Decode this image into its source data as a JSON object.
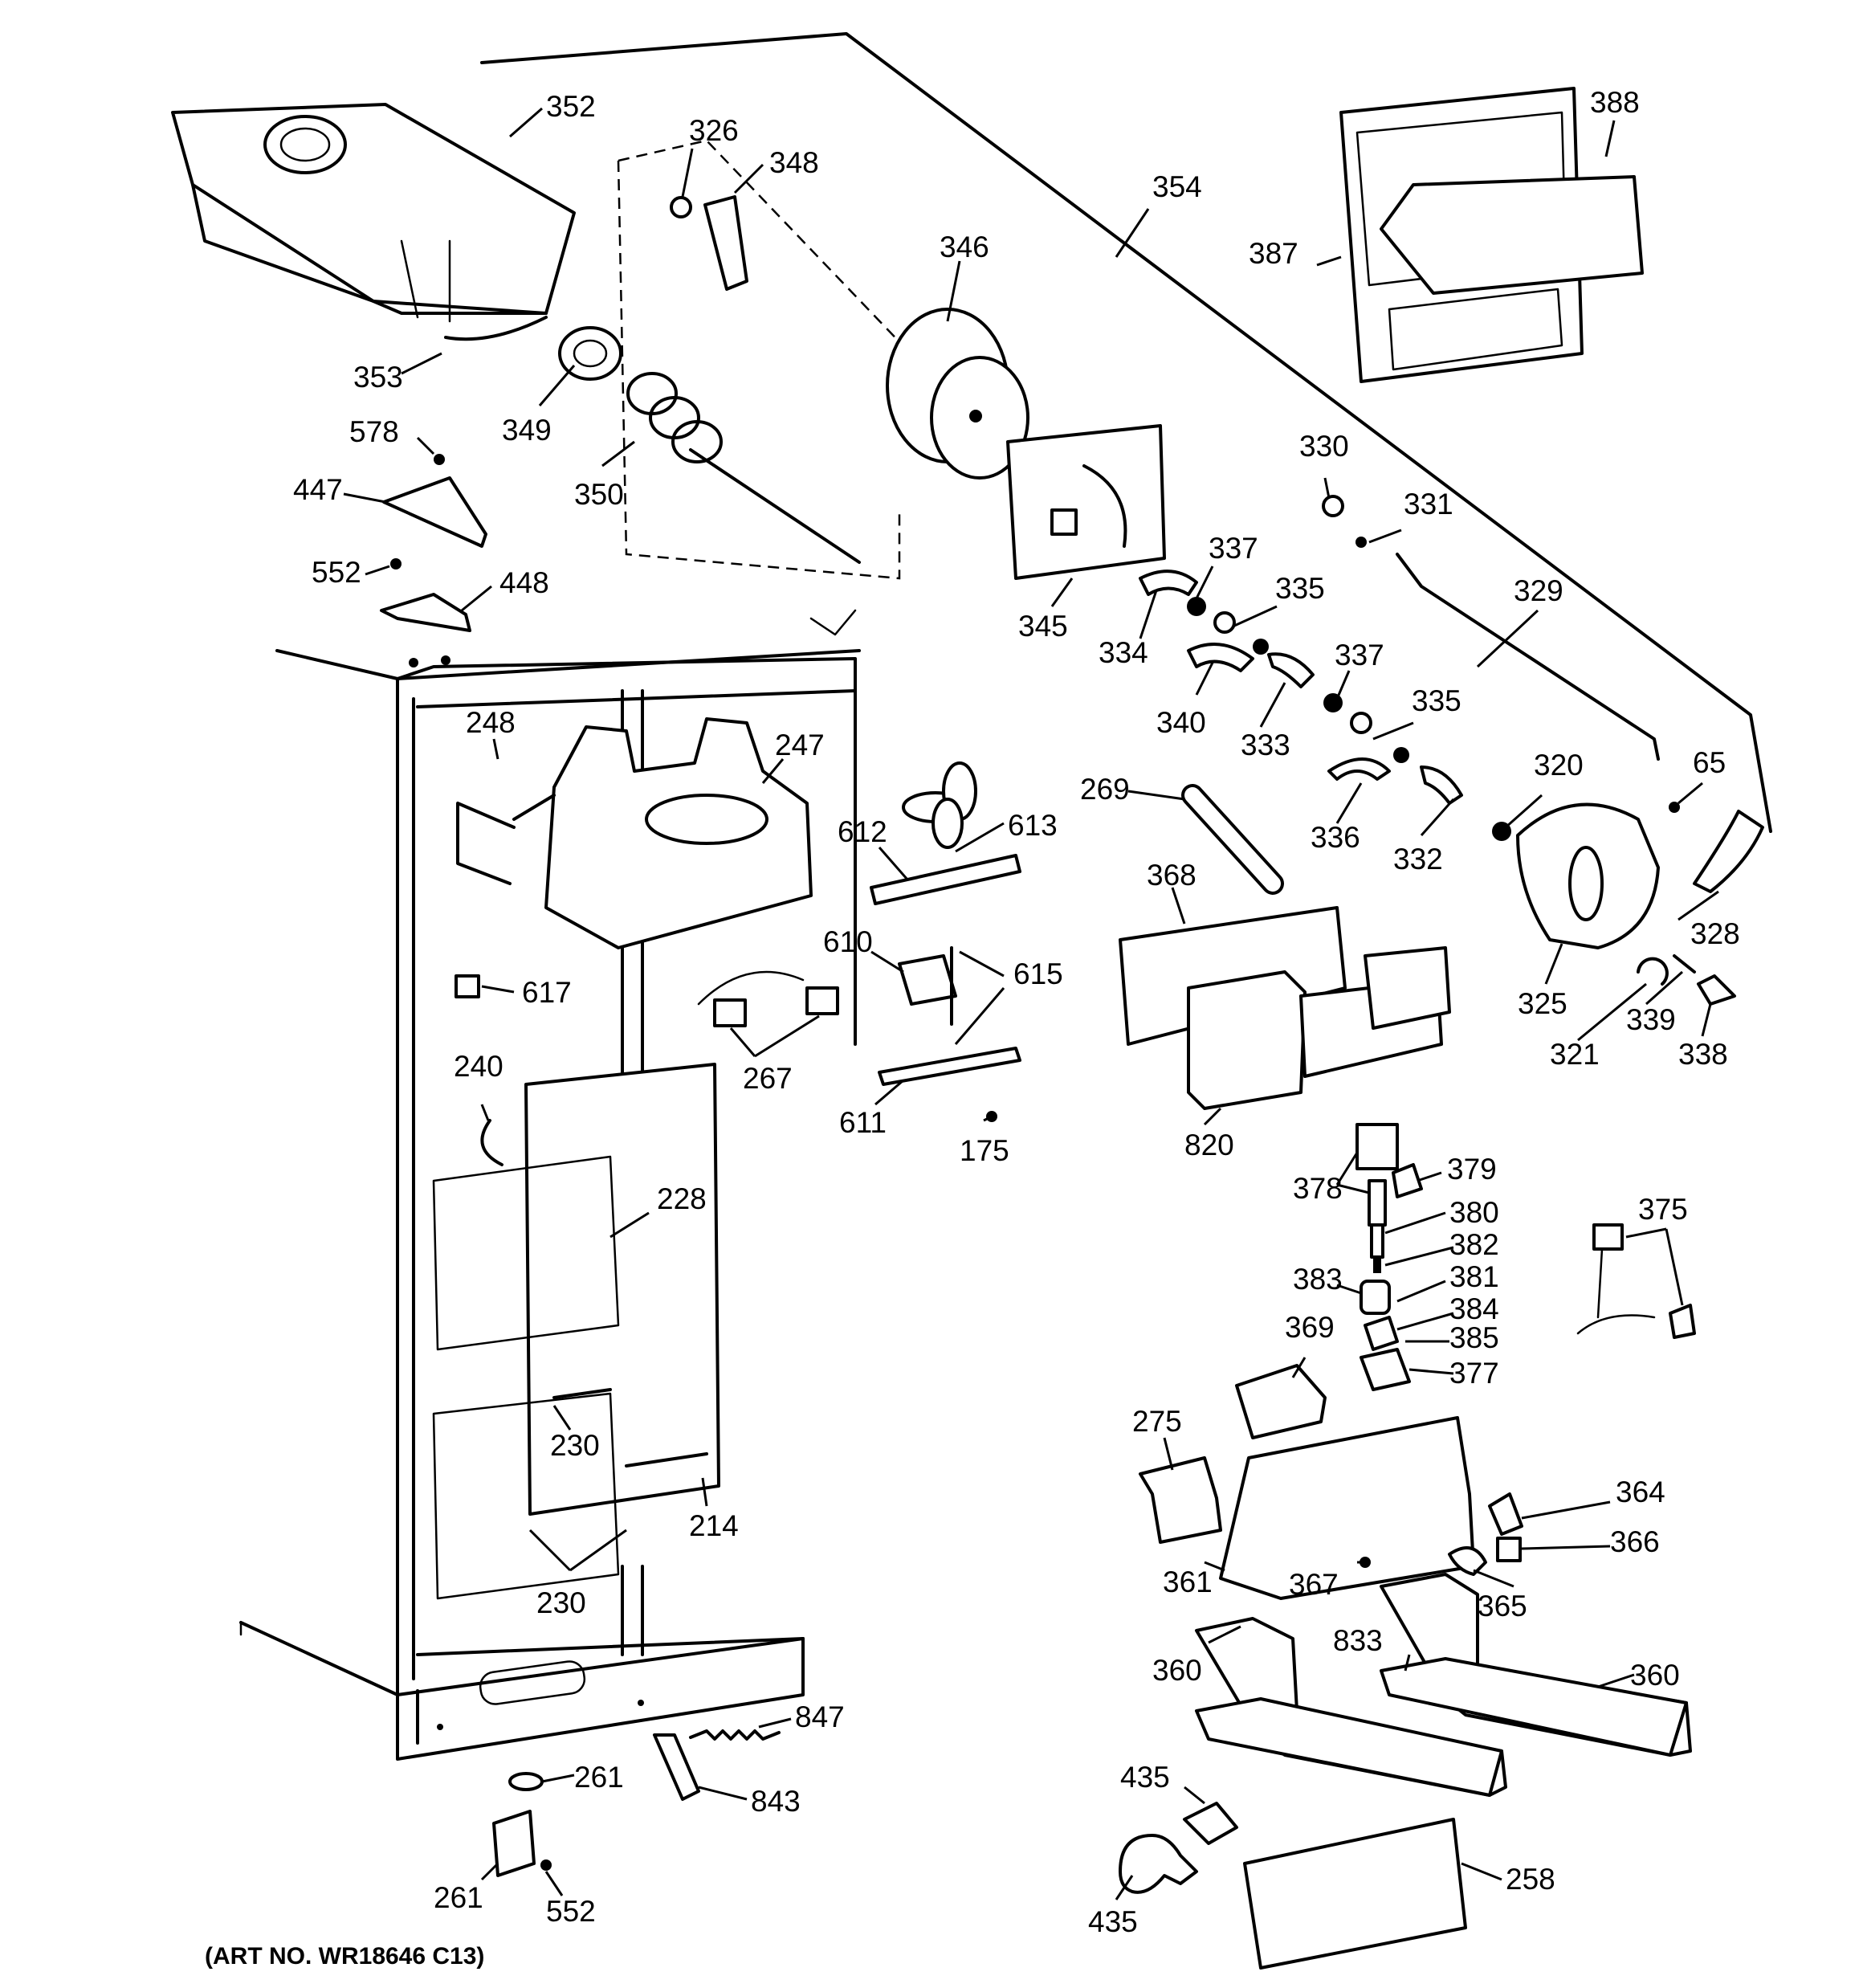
{
  "caption": "(ART NO. WR18646 C13)",
  "labels": {
    "l352": "352",
    "l326": "326",
    "l348": "348",
    "l346": "346",
    "l354": "354",
    "l388": "388",
    "l387": "387",
    "l353": "353",
    "l349": "349",
    "l578": "578",
    "l447": "447",
    "l350": "350",
    "l552a": "552",
    "l448": "448",
    "l345": "345",
    "l330": "330",
    "l331": "331",
    "l337a": "337",
    "l334": "334",
    "l335a": "335",
    "l329": "329",
    "l340": "340",
    "l333": "333",
    "l337b": "337",
    "l335b": "335",
    "l248": "248",
    "l247": "247",
    "l612": "612",
    "l613": "613",
    "l269": "269",
    "l336": "336",
    "l332": "332",
    "l320": "320",
    "l65": "65",
    "l368": "368",
    "l610": "610",
    "l615": "615",
    "l617": "617",
    "l267": "267",
    "l328": "328",
    "l325": "325",
    "l339": "339",
    "l321": "321",
    "l338": "338",
    "l611": "611",
    "l175": "175",
    "l820": "820",
    "l240": "240",
    "l228": "228",
    "l378": "378",
    "l379": "379",
    "l380": "380",
    "l375": "375",
    "l382": "382",
    "l383": "383",
    "l381": "381",
    "l384": "384",
    "l369": "369",
    "l385": "385",
    "l377": "377",
    "l275": "275",
    "l230a": "230",
    "l364": "364",
    "l214": "214",
    "l366": "366",
    "l361": "361",
    "l367": "367",
    "l365": "365",
    "l230b": "230",
    "l833": "833",
    "l360a": "360",
    "l360b": "360",
    "l847": "847",
    "l261a": "261",
    "l843": "843",
    "l435a": "435",
    "l258": "258",
    "l261b": "261",
    "l552b": "552",
    "l435b": "435"
  }
}
